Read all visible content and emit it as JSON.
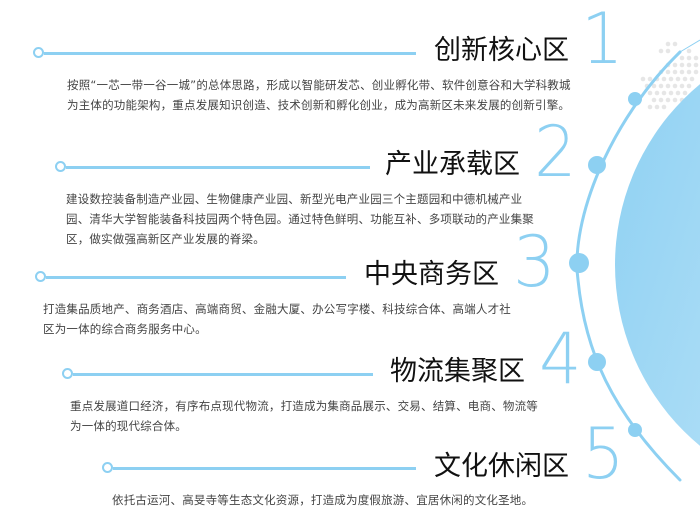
{
  "colors": {
    "accent": "#8dd0f2",
    "title": "#111111",
    "body_text": "#444444",
    "circle_gradient_start": "#8dd0f2",
    "circle_gradient_end": "#c6e8f9"
  },
  "zones": [
    {
      "number": "1",
      "title": "创新核心区",
      "description": "按照“一芯一带一谷一城”的总体思路，形成以智能研发芯、创业孵化带、软件创意谷和大学科教城为主体的功能架构，重点发展知识创造、技术创新和孵化创业，成为高新区未来发展的创新引擎。"
    },
    {
      "number": "2",
      "title": "产业承载区",
      "description": "建设数控装备制造产业园、生物健康产业园、新型光电产业园三个主题园和中德机械产业园、清华大学智能装备科技园两个特色园。通过特色鲜明、功能互补、多项联动的产业集聚区，做实做强高新区产业发展的脊梁。"
    },
    {
      "number": "3",
      "title": "中央商务区",
      "description": "打造集品质地产、商务酒店、高端商贸、金融大厦、办公写字楼、科技综合体、高端人才社区为一体的综合商务服务中心。"
    },
    {
      "number": "4",
      "title": "物流集聚区",
      "description": "重点发展道口经济，有序布点现代物流，打造成为集商品展示、交易、结算、电商、物流等为一体的现代综合体。"
    },
    {
      "number": "5",
      "title": "文化休闲区",
      "description": "依托古运河、高旻寺等生态文化资源，打造成为度假旅游、宜居休闲的文化圣地。"
    }
  ]
}
